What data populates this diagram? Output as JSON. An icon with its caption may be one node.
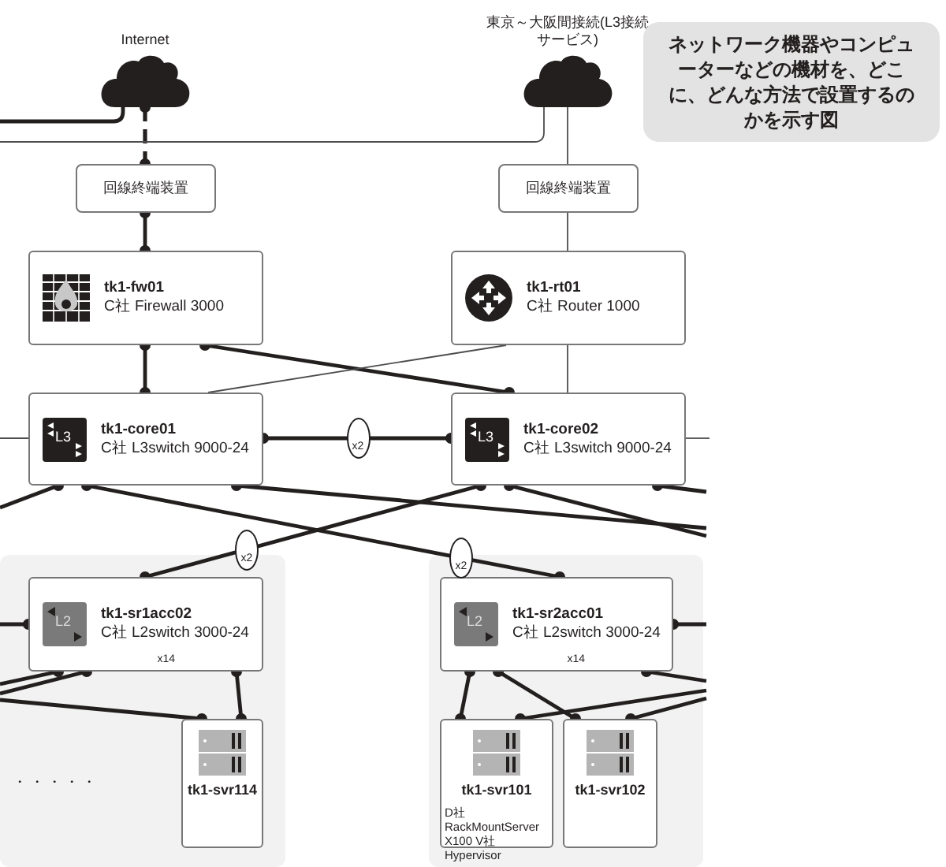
{
  "diagram": {
    "nodes": [
      {
        "text": [
          "Internet"
        ]
      },
      {
        "text": [
          "東京～大阪間接続(L3接続サービス)"
        ]
      },
      {
        "text": [
          "ネットワーク機器やコンピューターなどの機材を、どこに、どんな方法で設置するのかを示す図"
        ]
      },
      {
        "text": [
          "回線終端装置"
        ]
      },
      {
        "text": [
          "回線終端装置"
        ]
      },
      {
        "text": [
          "tk1-fw01",
          "C社 Firewall 3000"
        ]
      },
      {
        "text": [
          "tk1-rt01",
          "C社 Router 1000"
        ]
      },
      {
        "text": [
          "tk1-core01",
          "C社 L3switch 9000-24"
        ]
      },
      {
        "text": [
          "tk1-core02",
          "C社 L3switch 9000-24"
        ]
      },
      {
        "text": [],
        "shape": "box"
      },
      {
        "text": [
          "tk1-sr1acc02",
          "C社 L2switch 3000-24",
          "x14"
        ],
        "in": 9
      },
      {
        "text": [
          "tk1-svr114"
        ],
        "in": 9
      },
      {
        "text": [],
        "shape": "box"
      },
      {
        "text": [
          "tk1-sr2acc01",
          "C社 L2switch 3000-24",
          "x14"
        ],
        "in": 12
      },
      {
        "text": [
          "tk1-svr101",
          "D社 RackMountServer X100 V社 Hypervisor"
        ],
        "in": 12
      },
      {
        "text": [
          "tk1-svr102"
        ],
        "in": 12
      }
    ],
    "edges": [
      {
        "from": 0,
        "to": null,
        "arrow": "none"
      },
      {
        "from": 0,
        "to": 3,
        "arrow": "other",
        "style": "dashed"
      },
      {
        "from": 1,
        "to": null,
        "arrow": "none",
        "color": "#4d4d4d"
      },
      {
        "from": 1,
        "to": 4,
        "arrow": "none",
        "color": "#4d4d4d"
      },
      {
        "from": 3,
        "to": 5,
        "arrow": "other"
      },
      {
        "from": 4,
        "to": 6,
        "arrow": "none",
        "color": "#4d4d4d"
      },
      {
        "from": 5,
        "to": 7,
        "arrow": "other"
      },
      {
        "from": 5,
        "to": 8,
        "arrow": "other"
      },
      {
        "from": 6,
        "to": 7,
        "arrow": "none",
        "color": "#4d4d4d"
      },
      {
        "from": 6,
        "to": 8,
        "arrow": "none",
        "color": "#4d4d4d"
      },
      {
        "from": 7,
        "to": 8,
        "arrow": "other",
        "label": "x2"
      },
      {
        "from": 7,
        "to": null,
        "arrow": "none",
        "color": "#4d4d4d"
      },
      {
        "from": 8,
        "to": null,
        "arrow": "none",
        "color": "#4d4d4d"
      },
      {
        "from": 7,
        "to": null,
        "arrow": "other"
      },
      {
        "from": 7,
        "to": 13,
        "arrow": "other",
        "label": "x2"
      },
      {
        "from": 7,
        "to": null,
        "arrow": "other"
      },
      {
        "from": 8,
        "to": 10,
        "arrow": "other",
        "label": "x2"
      },
      {
        "from": 8,
        "to": null,
        "arrow": "other"
      },
      {
        "from": 8,
        "to": null,
        "arrow": "other"
      },
      {
        "from": 10,
        "to": null,
        "arrow": "other"
      },
      {
        "from": 10,
        "to": null,
        "arrow": "other"
      },
      {
        "from": 10,
        "to": null,
        "arrow": "other"
      },
      {
        "from": null,
        "to": 11,
        "arrow": "other"
      },
      {
        "from": 10,
        "to": 11,
        "arrow": "other"
      },
      {
        "from": 13,
        "to": null,
        "arrow": "other"
      },
      {
        "from": 13,
        "to": 14,
        "arrow": "other"
      },
      {
        "from": 13,
        "to": 15,
        "arrow": "other"
      },
      {
        "from": 13,
        "to": null,
        "arrow": "other"
      },
      {
        "from": null,
        "to": 14,
        "arrow": "other"
      },
      {
        "from": null,
        "to": 15,
        "arrow": "other"
      }
    ],
    "labels": [
      "L3",
      "L3",
      "L2",
      "L2",
      "・・・・・"
    ]
  }
}
